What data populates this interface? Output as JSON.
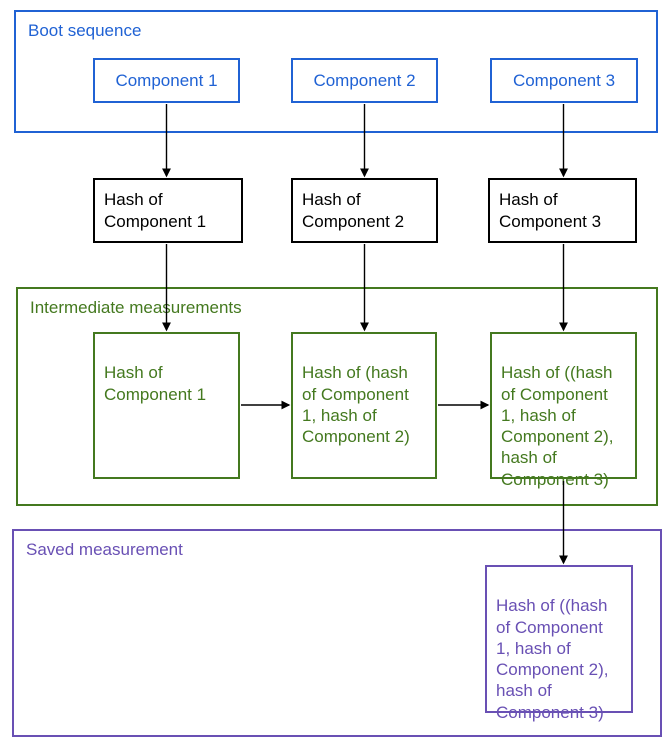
{
  "colors": {
    "boot": "#2062d4",
    "hash": "#000000",
    "intermediate": "#44791f",
    "saved": "#6950b4",
    "arrow": "#000000",
    "background": "#ffffff"
  },
  "boot_sequence": {
    "label": "Boot sequence",
    "components": [
      {
        "label": "Component 1"
      },
      {
        "label": "Component 2"
      },
      {
        "label": "Component 3"
      }
    ]
  },
  "hash_boxes": [
    {
      "text": "Hash of\nComponent 1"
    },
    {
      "text": "Hash of\nComponent 2"
    },
    {
      "text": "Hash of\nComponent 3"
    }
  ],
  "intermediate": {
    "label": "Intermediate measurements",
    "boxes": [
      {
        "text": "Hash of\nComponent 1"
      },
      {
        "text": "Hash of (hash\nof Component\n1, hash of\nComponent 2)"
      },
      {
        "text": "Hash of ((hash\nof Component\n1, hash of\nComponent 2),\nhash of\nComponent 3)"
      }
    ]
  },
  "saved": {
    "label": "Saved measurement",
    "box": {
      "text": "Hash of ((hash\nof Component\n1, hash of\nComponent 2),\nhash of\nComponent 3)"
    }
  }
}
